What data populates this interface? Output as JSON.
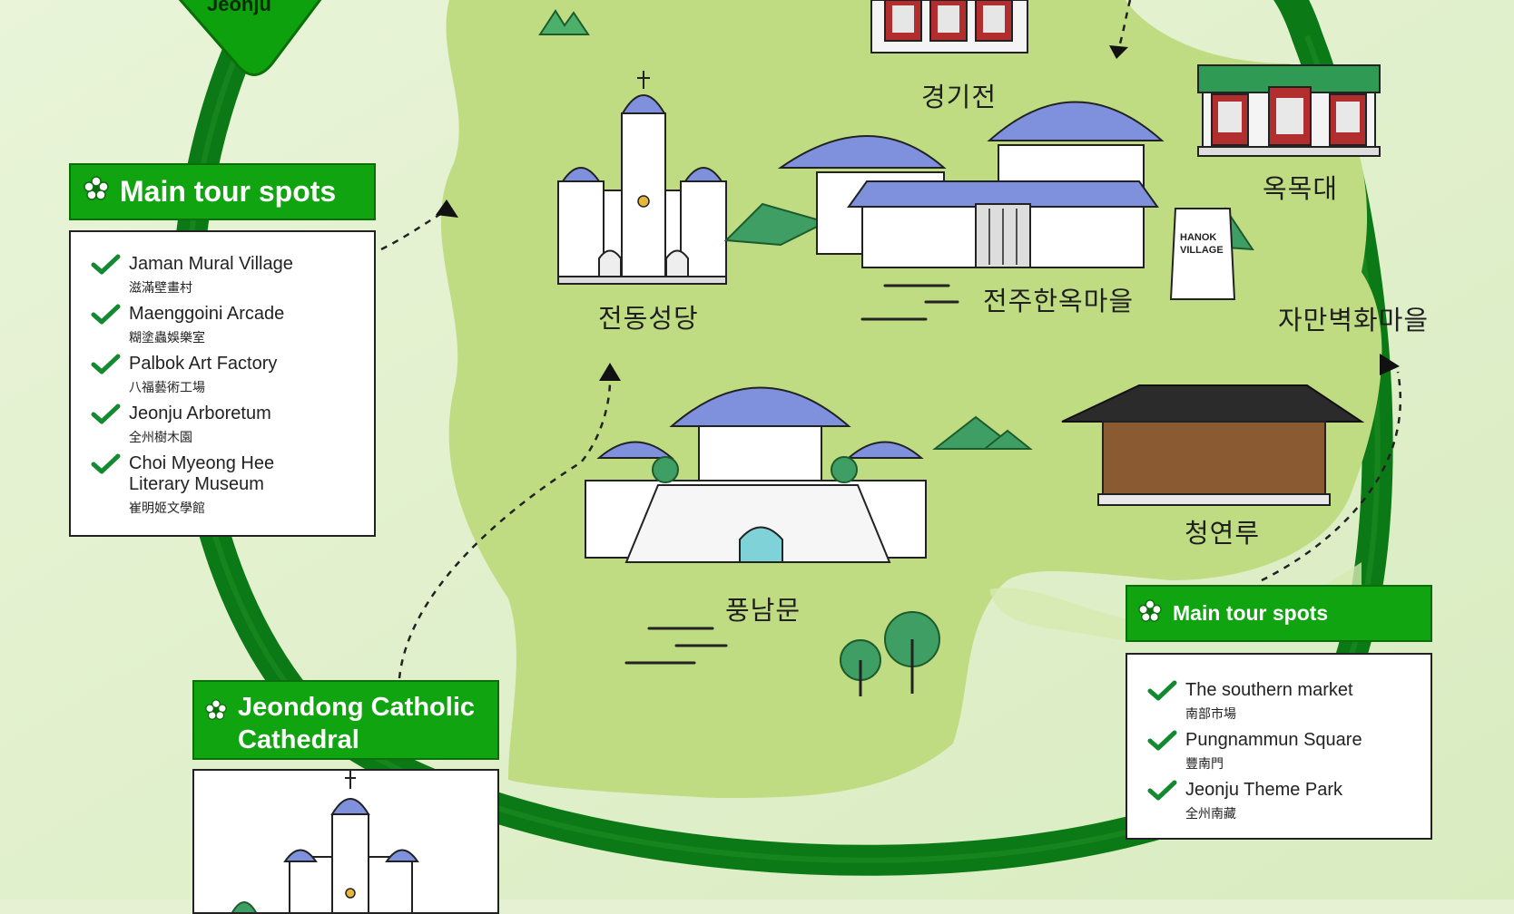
{
  "city_label": "Jeonju",
  "colors": {
    "ring": "#0b7a16",
    "land": "#bfdc82",
    "green_header": "#10a410",
    "roof_blue": "#7f90dd"
  },
  "places": {
    "gyeonggijeon": "경기전",
    "okmokdae": "옥목대",
    "jeondong": "전동성당",
    "hanok_village": "전주한옥마을",
    "jaman": "자만벽화마을",
    "pungnammun": "풍남문",
    "cheongyeonru": "청연루"
  },
  "hanok_sign": {
    "line1": "HANOK",
    "line2": "VILLAGE"
  },
  "left_panel": {
    "title": "Main tour spots",
    "icon": "flower-icon",
    "items": [
      {
        "en": "Jaman Mural Village",
        "zh": "滋滿壁畫村"
      },
      {
        "en": "Maenggoini Arcade",
        "zh": "糊塗蟲娛樂室"
      },
      {
        "en": "Palbok Art Factory",
        "zh": "八福藝術工場"
      },
      {
        "en": "Jeonju Arboretum",
        "zh": "全州樹木園"
      },
      {
        "en": "Choi Myeong Hee",
        "en2": "Literary Museum",
        "zh": "崔明姬文學館"
      }
    ]
  },
  "right_panel": {
    "title": "Main tour spots",
    "icon": "flower-icon",
    "items": [
      {
        "en": "The southern market",
        "zh": "南部市場"
      },
      {
        "en": "Pungnammun Square",
        "zh": "豐南門"
      },
      {
        "en": "Jeonju Theme Park",
        "zh": "全州南藏"
      }
    ]
  },
  "cathedral_card": {
    "title_line1": "Jeondong Catholic",
    "title_line2": "Cathedral",
    "icon": "flower-icon"
  }
}
